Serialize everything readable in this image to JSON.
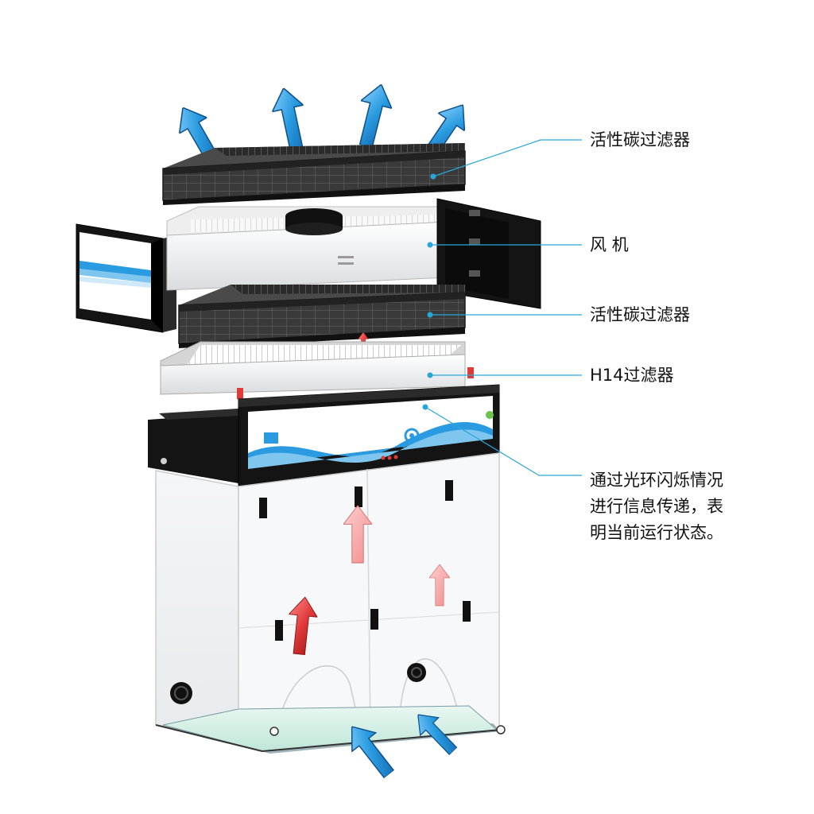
{
  "labels": {
    "top_carbon_filter": "活性碳过滤器",
    "fan": "风 机",
    "middle_carbon_filter": "活性碳过滤器",
    "h14_filter": "H14过滤器",
    "status_description": [
      "通过光环闪烁情况",
      "进行信息传递，表",
      "明当前运行状态。"
    ]
  },
  "colors": {
    "exhaust_arrow": "#2a9be0",
    "intake_arrow_bottom": "#2a9be0",
    "inner_airflow_arrow": "#e03a3a",
    "leader_line": "#29a6d8",
    "housing_black": "#141414",
    "wave_accent": "#2a9be0"
  },
  "icons": {
    "exhaust": "up-arrow-icon",
    "intake": "up-arrow-icon",
    "airflow": "up-arrow-icon",
    "light_ring": "status-ring-icon"
  }
}
